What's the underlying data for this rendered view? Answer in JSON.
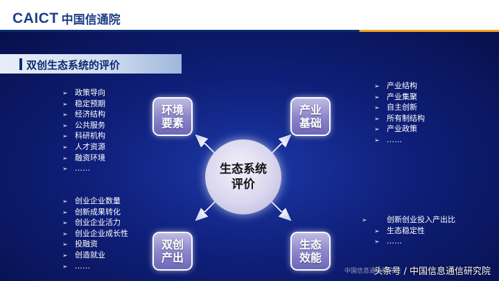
{
  "header": {
    "logo_en": "CAICT",
    "logo_cn": "中国信通院"
  },
  "title": "双创生态系统的评价",
  "center_label": "生态系统评价",
  "nodes": {
    "top_left": "环境要素",
    "top_right": "产业基础",
    "bottom_left": "双创产出",
    "bottom_right": "生态效能"
  },
  "lists": {
    "environment": [
      "政策导向",
      "稳定预期",
      "经济结构",
      "公共服务",
      "科研机构",
      "人才资源",
      "融资环境",
      "……"
    ],
    "industry": [
      "产业结构",
      "产业集聚",
      "自主创新",
      "所有制结构",
      "产业政策",
      "……"
    ],
    "output": [
      "创业企业数量",
      "创新成果转化",
      "创业企业活力",
      "创业企业成长性",
      "投融资",
      "创造就业",
      "……"
    ],
    "efficiency": [
      "创新创业投入产出比",
      "生态稳定性",
      "……"
    ]
  },
  "bullet_glyph": "➢",
  "watermark": "头条号 / 中国信息通信研究院",
  "watermark_faint": "中国信息通信研究院",
  "colors": {
    "brand_blue": "#1f3f86",
    "accent_orange": "#f3a21b",
    "slide_bg": "#0f1f7a",
    "node_purple": "#8d87cc"
  }
}
